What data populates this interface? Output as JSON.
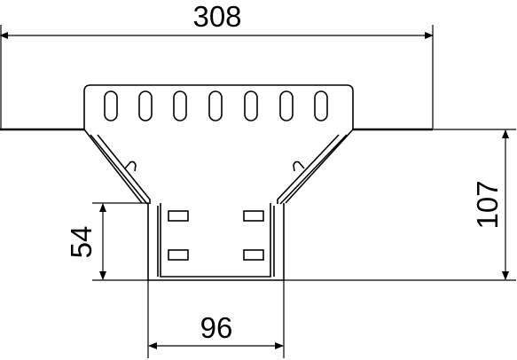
{
  "dimensions": {
    "top_width": "308",
    "right_height": "107",
    "left_height": "54",
    "bottom_width": "96"
  }
}
